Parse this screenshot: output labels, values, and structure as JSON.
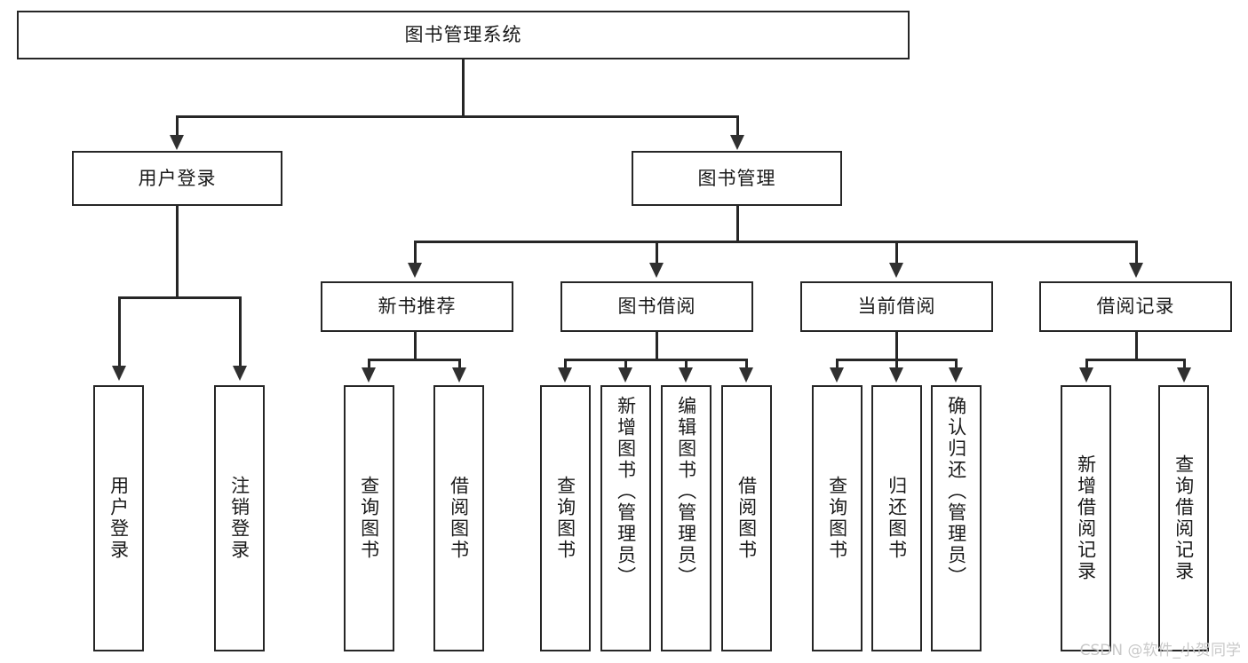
{
  "diagram": {
    "title": "图书管理系统",
    "watermark": "CSDN @软件_小贺同学",
    "colors": {
      "border": "#262626",
      "background": "#ffffff",
      "text": "#1a1a1a",
      "connector": "#303030",
      "watermark": "#c9c9c9"
    },
    "root": {
      "label": "图书管理系统"
    },
    "level2": [
      {
        "label": "用户登录"
      },
      {
        "label": "图书管理"
      }
    ],
    "level3": [
      {
        "label": "新书推荐"
      },
      {
        "label": "图书借阅"
      },
      {
        "label": "当前借阅"
      },
      {
        "label": "借阅记录"
      }
    ],
    "leaves": {
      "user_login": [
        {
          "label": "用户登录"
        },
        {
          "label": "注销登录"
        }
      ],
      "new_book": [
        {
          "label": "查询图书"
        },
        {
          "label": "借阅图书"
        }
      ],
      "book_borrow": [
        {
          "label": "查询图书"
        },
        {
          "label": "新增图书（管理员）"
        },
        {
          "label": "编辑图书（管理员）"
        },
        {
          "label": "借阅图书"
        }
      ],
      "current_borrow": [
        {
          "label": "查询图书"
        },
        {
          "label": "归还图书"
        },
        {
          "label": "确认归还（管理员）"
        }
      ],
      "borrow_record": [
        {
          "label": "新增借阅记录"
        },
        {
          "label": "查询借阅记录"
        }
      ]
    }
  }
}
